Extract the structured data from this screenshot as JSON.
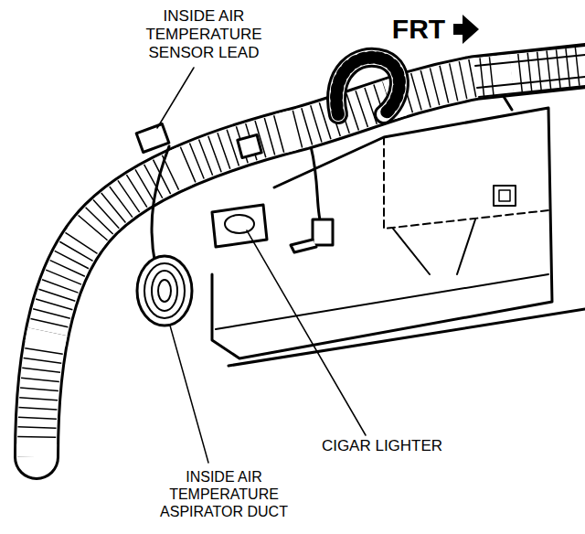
{
  "diagram": {
    "labels": [
      "INSIDE AIR TEMPERATURE SENSOR LEAD",
      "FRT",
      "CIGAR LIGHTER",
      "INSIDE AIR TEMPERATURE ASPIRATOR DUCT"
    ]
  }
}
